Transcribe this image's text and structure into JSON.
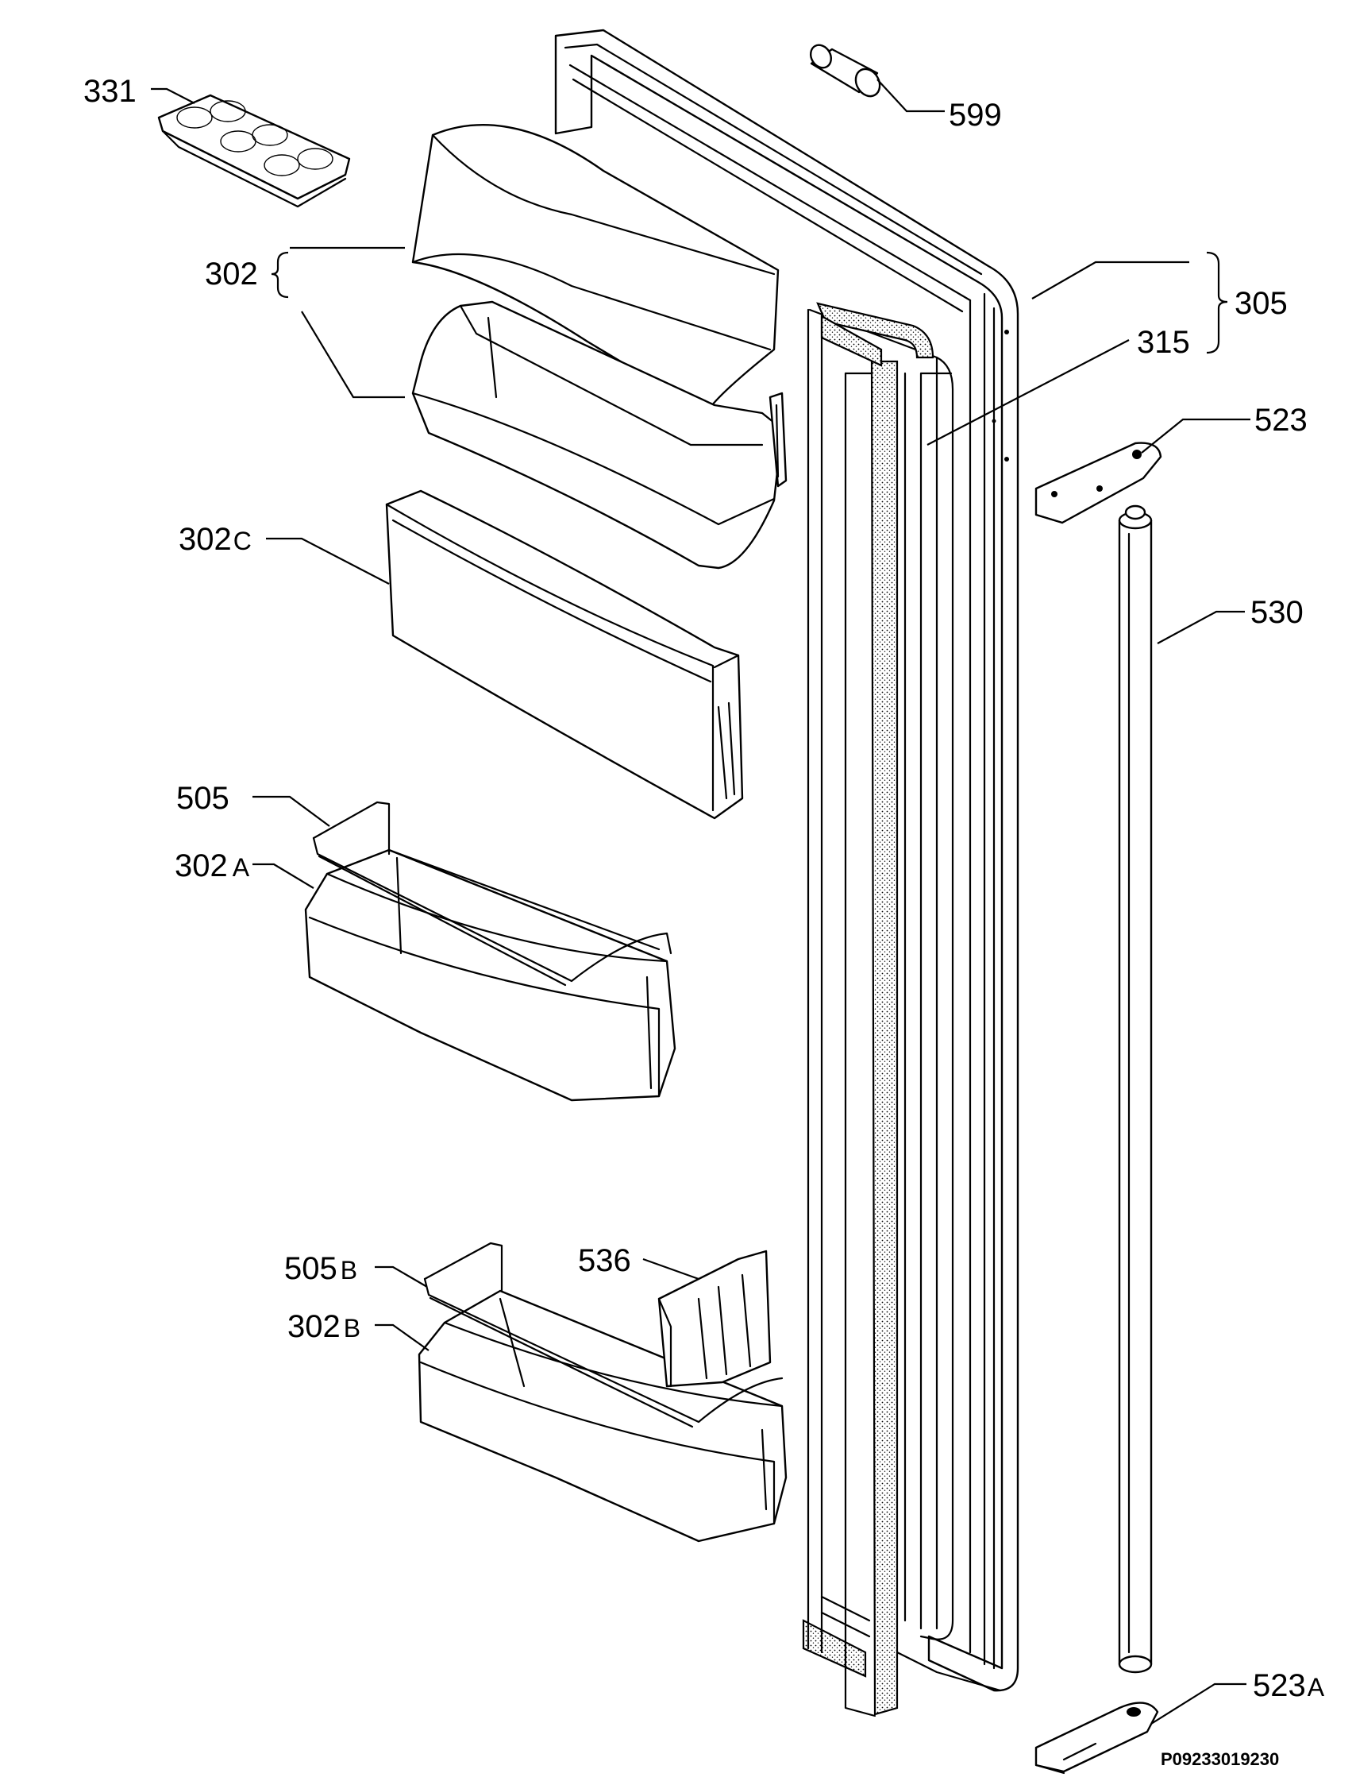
{
  "parts": [
    {
      "id": "p331",
      "number": "331",
      "suffix": ""
    },
    {
      "id": "p599",
      "number": "599",
      "suffix": ""
    },
    {
      "id": "p302",
      "number": "302",
      "suffix": ""
    },
    {
      "id": "p305",
      "number": "305",
      "suffix": ""
    },
    {
      "id": "p315",
      "number": "315",
      "suffix": ""
    },
    {
      "id": "p523",
      "number": "523",
      "suffix": ""
    },
    {
      "id": "p302c",
      "number": "302",
      "suffix": "C"
    },
    {
      "id": "p530",
      "number": "530",
      "suffix": ""
    },
    {
      "id": "p505",
      "number": "505",
      "suffix": ""
    },
    {
      "id": "p302a",
      "number": "302",
      "suffix": "A"
    },
    {
      "id": "p505b",
      "number": "505",
      "suffix": "B"
    },
    {
      "id": "p536",
      "number": "536",
      "suffix": ""
    },
    {
      "id": "p302b",
      "number": "302",
      "suffix": "B"
    },
    {
      "id": "p523a",
      "number": "523",
      "suffix": "A"
    }
  ],
  "drawing_reference": "P09233019230",
  "colors": {
    "ink": "#000000",
    "paper": "#ffffff"
  }
}
